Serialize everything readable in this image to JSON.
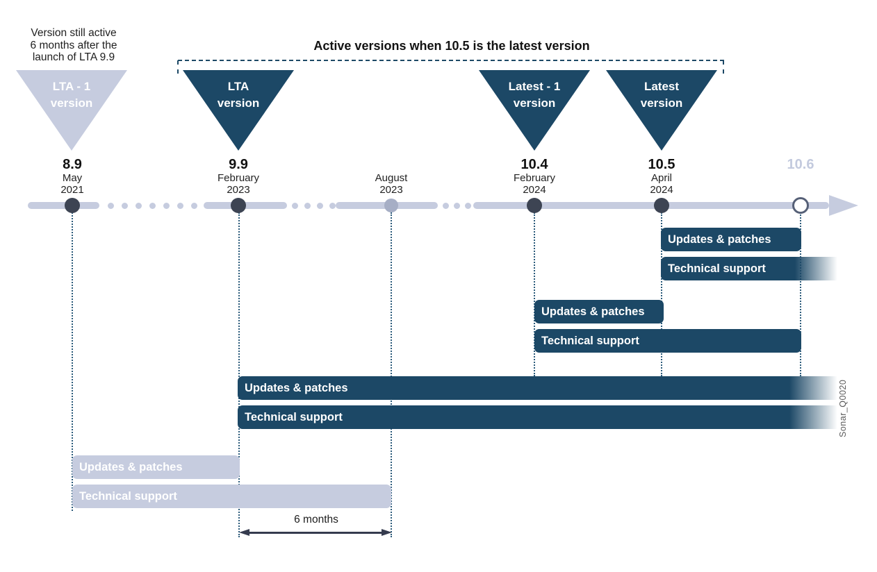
{
  "colors": {
    "navy": "#1c4866",
    "light_gray_blue": "#c6ccdf",
    "dark_dot": "#3d4453",
    "muted_dot": "#a6aec5",
    "dotted_guide": "#2a5a7a",
    "future_label": "#c3cade"
  },
  "annotation_top_left": {
    "line1": "Version still active",
    "line2": "6 months after the",
    "line3": "launch of LTA 9.9"
  },
  "heading": "Active versions when 10.5 is the latest version",
  "triangles": [
    {
      "line1": "LTA - 1",
      "line2": "version"
    },
    {
      "line1": "LTA",
      "line2": "version"
    },
    {
      "line1": "Latest - 1",
      "line2": "version"
    },
    {
      "line1": "Latest",
      "line2": "version"
    }
  ],
  "milestones": [
    {
      "version": "8.9",
      "month": "May",
      "year": "2021"
    },
    {
      "version": "9.9",
      "month": "February",
      "year": "2023"
    },
    {
      "version": "",
      "month": "August",
      "year": "2023"
    },
    {
      "version": "10.4",
      "month": "February",
      "year": "2024"
    },
    {
      "version": "10.5",
      "month": "April",
      "year": "2024"
    },
    {
      "version": "10.6",
      "month": "",
      "year": ""
    }
  ],
  "bars": [
    {
      "group": "10.5",
      "label": "Updates & patches"
    },
    {
      "group": "10.5",
      "label": "Technical support"
    },
    {
      "group": "10.4",
      "label": "Updates & patches"
    },
    {
      "group": "10.4",
      "label": "Technical support"
    },
    {
      "group": "9.9",
      "label": "Updates & patches"
    },
    {
      "group": "9.9",
      "label": "Technical support"
    },
    {
      "group": "8.9",
      "label": "Updates & patches"
    },
    {
      "group": "8.9",
      "label": "Technical support"
    }
  ],
  "six_months": {
    "label": "6 months"
  },
  "watermark": "Sonar_Q0020"
}
